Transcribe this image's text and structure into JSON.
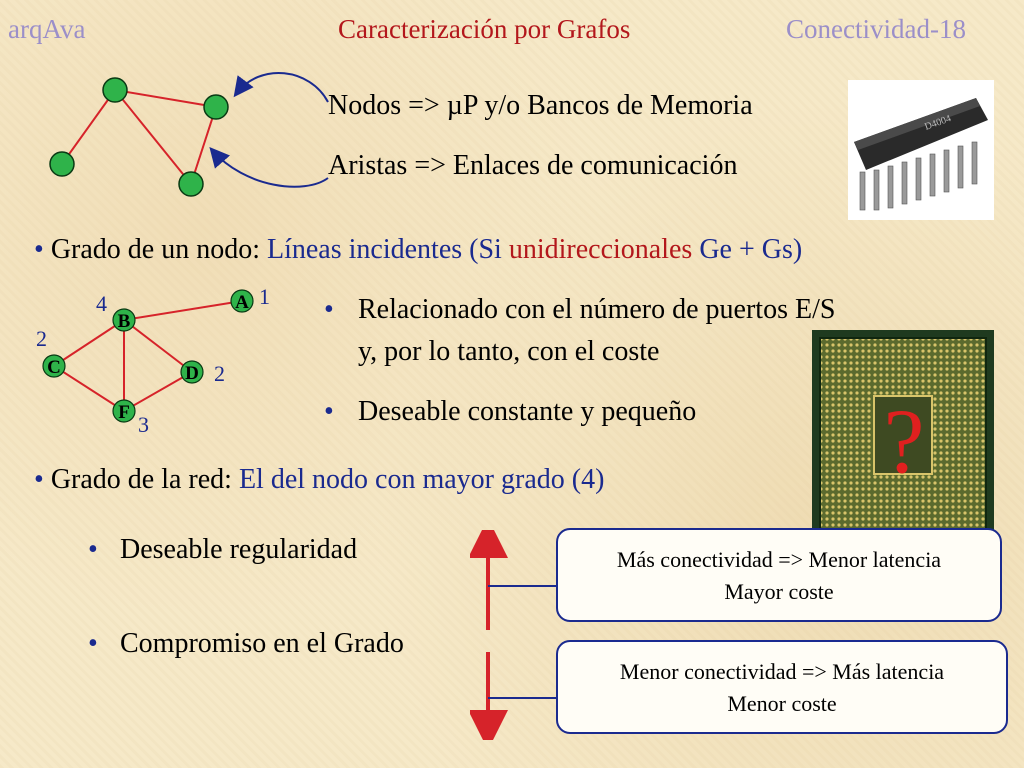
{
  "header": {
    "left": "arqAva",
    "center": "Caracterización por Grafos",
    "right": "Conectividad-18"
  },
  "intro": {
    "nodes_line": "Nodos => µP y/o Bancos de Memoria",
    "edges_line": "Aristas => Enlaces de comunicación"
  },
  "degree_node": {
    "bullet": "•",
    "lead": "Grado de un nodo: ",
    "desc_a": "Líneas incidentes (Si ",
    "desc_red": "unidireccionales",
    "desc_b": " Ge + Gs)"
  },
  "example_graph": {
    "nodes": [
      {
        "label": "A",
        "degree": "1"
      },
      {
        "label": "B",
        "degree": "4"
      },
      {
        "label": "C",
        "degree": "2"
      },
      {
        "label": "D",
        "degree": "2"
      },
      {
        "label": "F",
        "degree": "3"
      }
    ]
  },
  "sub_bullets": {
    "ports_line1": "Relacionado con el número de puertos E/S",
    "ports_line2": "y, por lo tanto, con el coste",
    "constant": "Deseable constante y pequeño"
  },
  "chip_question": "?",
  "degree_net": {
    "lead": "Grado de la red: ",
    "desc": "El del nodo con mayor grado (4)"
  },
  "bottom_bullets": {
    "regularity": "Deseable regularidad",
    "compromise": "Compromiso en el Grado"
  },
  "callouts": {
    "more_line1": "Más conectividad => Menor latencia",
    "more_line2": "Mayor coste",
    "less_line1": "Menor conectividad => Más latencia",
    "less_line2": "Menor coste"
  },
  "colors": {
    "title_red": "#b3171c",
    "header_lavender": "#9b8fc9",
    "text_blue": "#1a2a8f",
    "node_green": "#2fb34a",
    "edge_red": "#d6232a"
  }
}
